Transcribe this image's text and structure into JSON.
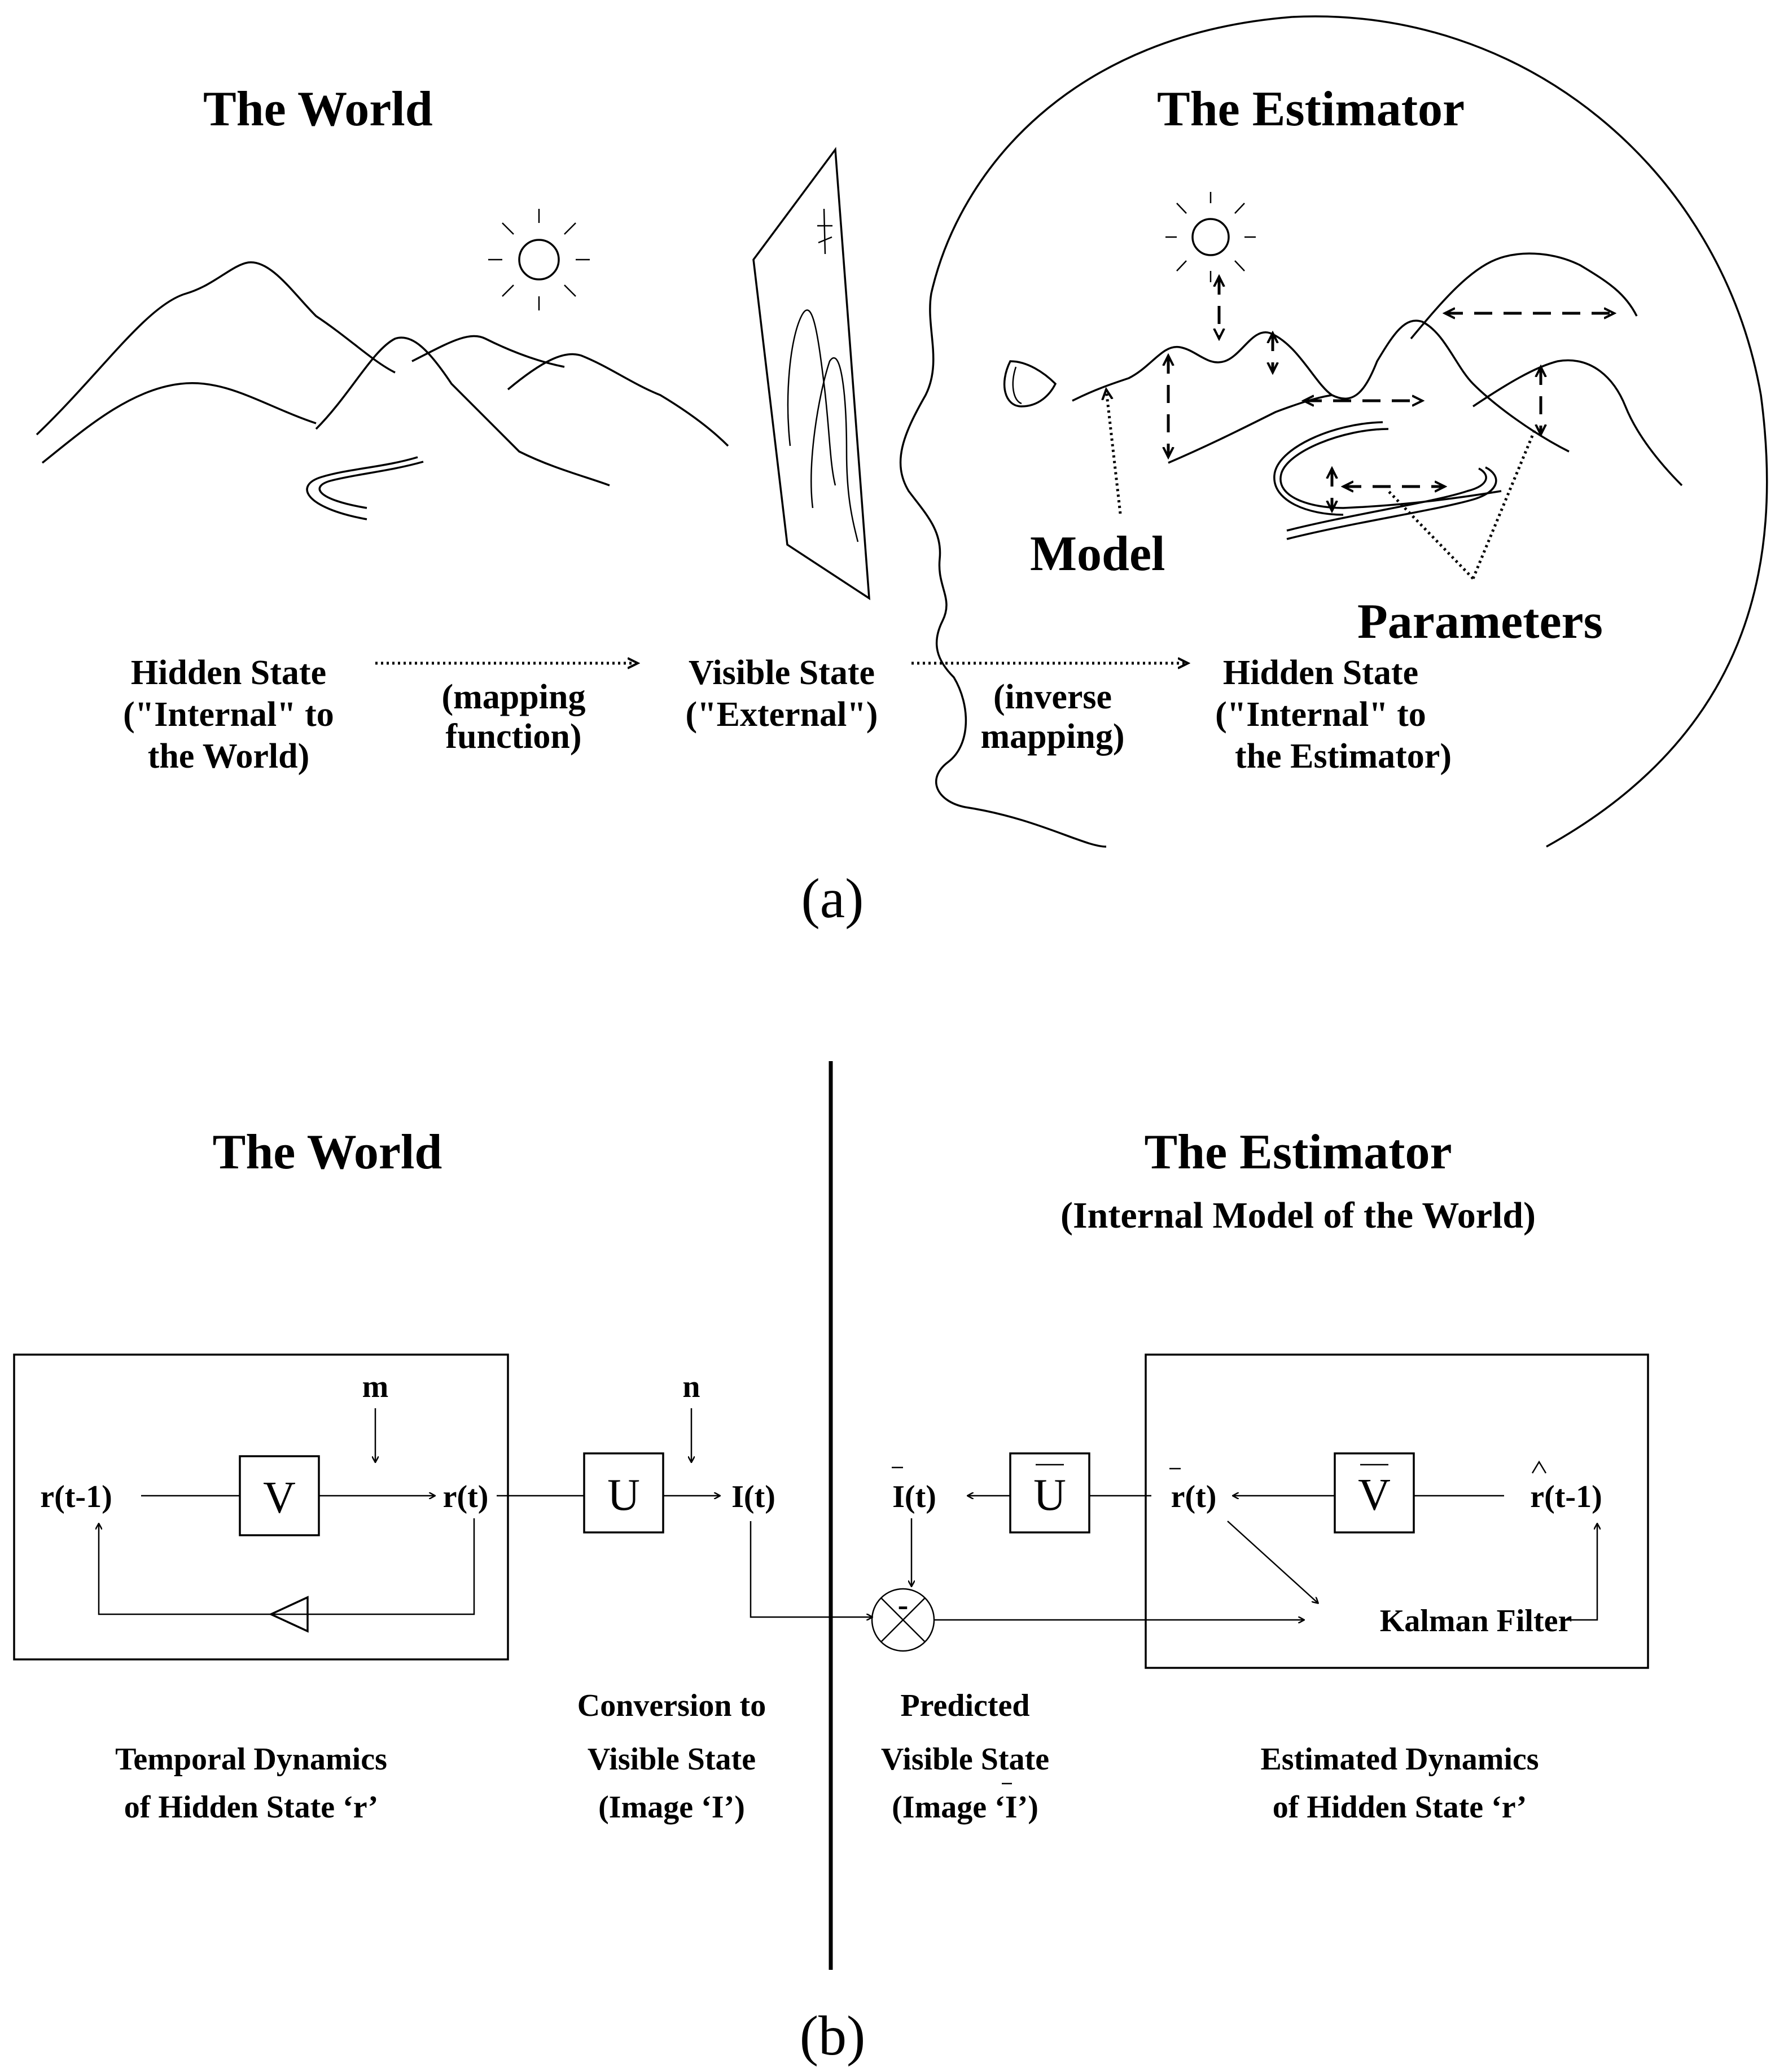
{
  "panel_a": {
    "world_title": "The World",
    "estimator_title": "The Estimator",
    "model_label": "Model",
    "parameters_label": "Parameters",
    "hidden_world": [
      "Hidden State",
      "(\"Internal\" to",
      "the World)"
    ],
    "mapping": [
      "(mapping",
      "function)"
    ],
    "visible": [
      "Visible State",
      "(\"External\")"
    ],
    "inverse": [
      "(inverse",
      "mapping)"
    ],
    "hidden_estimator": [
      "Hidden State",
      "(\"Internal\" to",
      "the Estimator)"
    ],
    "caption": "(a)"
  },
  "panel_b": {
    "world_title": "The World",
    "estimator_title": "The Estimator",
    "estimator_subtitle": "(Internal Model of the World)",
    "world": {
      "r_prev": "r(t-1)",
      "v_box": "V",
      "r_t": "r(t)",
      "m": "m",
      "u_box": "U",
      "n": "n",
      "i_t": "I(t)",
      "caption_left": [
        "Temporal Dynamics",
        "of Hidden State ‘r’"
      ],
      "caption_mid": [
        "Conversion to",
        "Visible State",
        "(Image ‘I’)"
      ]
    },
    "estimator": {
      "i_bar": "I(t)",
      "u_bar_box": "U",
      "r_bar": "r(t)",
      "v_bar_box": "V",
      "r_hat_prev": "r(t-1)",
      "kalman": "Kalman Filter",
      "minus": "-",
      "caption_mid": [
        "Predicted",
        "Visible State",
        "(Image ‘I’)"
      ],
      "caption_right": [
        "Estimated Dynamics",
        "of Hidden State ‘r’"
      ]
    },
    "caption": "(b)"
  }
}
